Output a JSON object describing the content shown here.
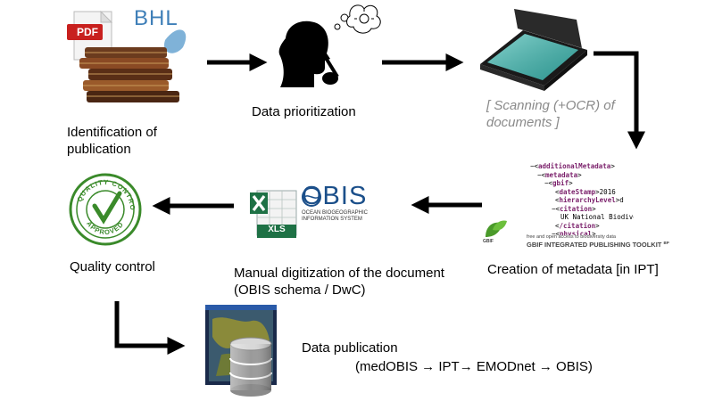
{
  "steps": {
    "identification": {
      "label": "Identification of publication",
      "icon_pdf": "PDF",
      "icon_bhl": "BHL"
    },
    "prioritization": {
      "label": "Data prioritization"
    },
    "scanning": {
      "label": "[ Scanning (+OCR) of documents ]"
    },
    "metadata": {
      "label": "Creation of metadata [in IPT]",
      "gbif_tag": "GBIF",
      "ipt_small": "free and open access to biodiversity data",
      "ipt_title": "GBIF INTEGRATED PUBLISHING TOOLKIT",
      "ipt_suffix": "BP",
      "xml_lines": [
        "additionalMetadata",
        "metadata",
        "gbif",
        "dateStamp",
        "2016",
        "hierarchyLevel",
        "d",
        "citation",
        "UK National Biodive",
        "/citation",
        "physical"
      ]
    },
    "digitization": {
      "label": "Manual digitization of the document (OBIS schema / DwC)",
      "xls": "XLS",
      "obis": "OBIS",
      "obis_sub1": "OCEAN BIOGEOGRAPHIC",
      "obis_sub2": "INFORMATION SYSTEM"
    },
    "quality": {
      "label": "Quality control",
      "stamp_top": "QUALITY CONTROL",
      "stamp_bottom": "APPROVED"
    },
    "publication": {
      "label": "Data publication",
      "chain": "(medOBIS → IPT→ EMODnet → OBIS)"
    }
  },
  "colors": {
    "arrow": "#000000",
    "scanning_text": "#8a8a8a",
    "xml_tag": "#7a1f6a",
    "stamp": "#3a8a2a",
    "xls_green": "#1e7145",
    "obis_blue": "#1b4f8a"
  }
}
